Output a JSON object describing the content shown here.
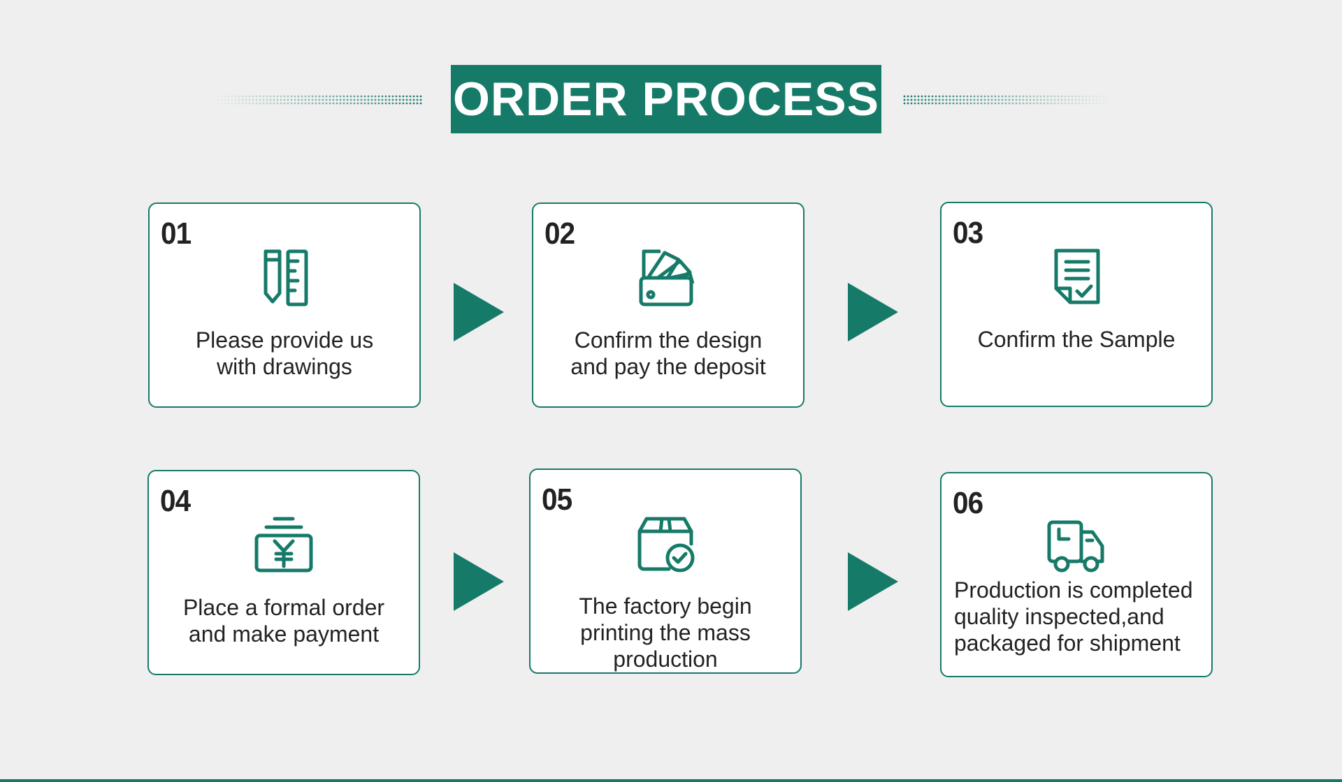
{
  "title": "ORDER PROCESS",
  "accent_color": "#167a69",
  "steps": [
    {
      "num": "01",
      "label": "Please provide us\nwith drawings",
      "icon": "pencil-ruler-icon"
    },
    {
      "num": "02",
      "label": "Confirm the design\nand pay the deposit",
      "icon": "color-swatch-icon"
    },
    {
      "num": "03",
      "label": "Confirm the Sample",
      "icon": "document-check-icon"
    },
    {
      "num": "04",
      "label": "Place a formal order\nand make payment",
      "icon": "yen-payment-icon"
    },
    {
      "num": "05",
      "label": "The factory begin\nprinting the mass\nproduction",
      "icon": "box-check-icon"
    },
    {
      "num": "06",
      "label": "Production is completed\nquality inspected,and\npackaged for shipment",
      "icon": "delivery-truck-icon"
    }
  ]
}
